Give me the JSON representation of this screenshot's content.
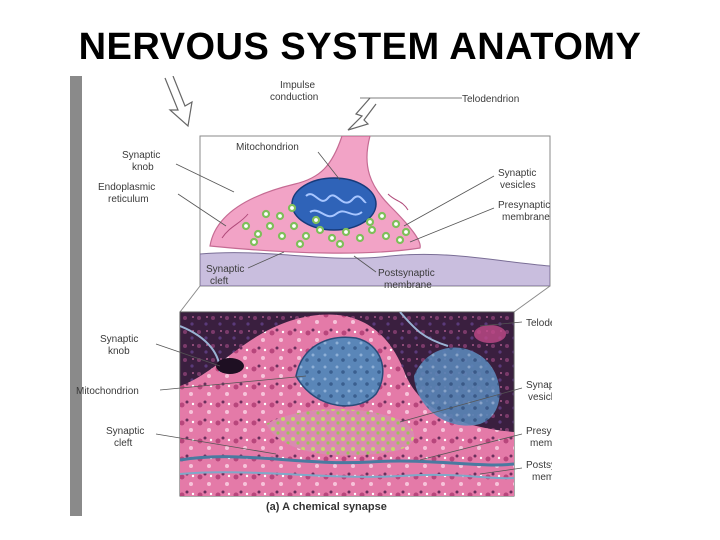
{
  "slide": {
    "title": "NERVOUS SYSTEM ANATOMY"
  },
  "diagram": {
    "top_labels": {
      "impulse_conduction_1": "Impulse",
      "impulse_conduction_2": "conduction",
      "telodendrion": "Telodendrion",
      "mitochondrion": "Mitochondrion",
      "synaptic_knob_1": "Synaptic",
      "synaptic_knob_2": "knob",
      "endoplasmic_1": "Endoplasmic",
      "endoplasmic_2": "reticulum",
      "synaptic_vesicles_1": "Synaptic",
      "synaptic_vesicles_2": "vesicles",
      "presynaptic_1": "Presynaptic",
      "presynaptic_2": "membrane",
      "synaptic_cleft_1": "Synaptic",
      "synaptic_cleft_2": "cleft",
      "postsynaptic_1": "Postsynaptic",
      "postsynaptic_2": "membrane"
    },
    "bottom_labels": {
      "telodendrion": "Telodendrion",
      "synaptic_knob_1": "Synaptic",
      "synaptic_knob_2": "knob",
      "mitochondrion": "Mitochondrion",
      "synaptic_cleft_1": "Synaptic",
      "synaptic_cleft_2": "cleft",
      "synaptic_vesicles_1": "Synaptic",
      "synaptic_vesicles_2": "vesicles",
      "presynaptic_1": "Presynaptic",
      "presynaptic_2": "membrane",
      "postsynaptic_1": "Postsynaptic",
      "postsynaptic_2": "membrane"
    },
    "caption": "(a) A chemical synapse",
    "colors": {
      "knob_pink": "#f2a3c6",
      "mito_blue": "#2f63b8",
      "vesicle_green": "#7fbf5a",
      "postsynaptic_lavender": "#c9bede",
      "micro_dark": "#3a1f3f"
    }
  }
}
